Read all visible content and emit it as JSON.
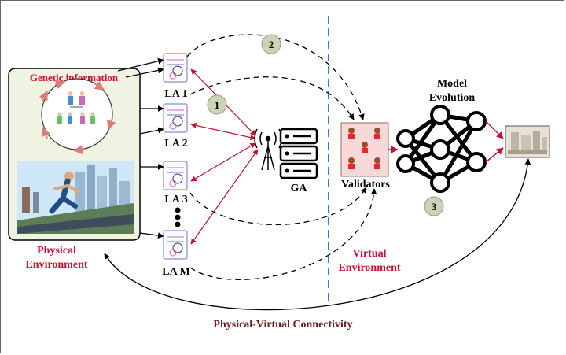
{
  "labels": {
    "genetic_information": "Genetic information",
    "physical_environment_line1": "Physical",
    "physical_environment_line2": "Environment",
    "virtual_environment_line1": "Virtual",
    "virtual_environment_line2": "Environment",
    "ga": "GA",
    "validators": "Validators",
    "model_evolution_line1": "Model",
    "model_evolution_line2": "Evolution",
    "connectivity": "Physical-Virtual Connectivity"
  },
  "local_agents": [
    {
      "label": "LA 1"
    },
    {
      "label": "LA 2"
    },
    {
      "label": "LA 3"
    },
    {
      "label": "LA M"
    }
  ],
  "steps": [
    "1",
    "2",
    "3"
  ],
  "colors": {
    "red_text": "#c8102e",
    "dark_red_text": "#6b1d1d",
    "physical_box_fill": "#eef3e2",
    "validator_fill": "#f7d9d9",
    "step_badge": "#c9d5b3",
    "divider": "#2f7fd0"
  }
}
